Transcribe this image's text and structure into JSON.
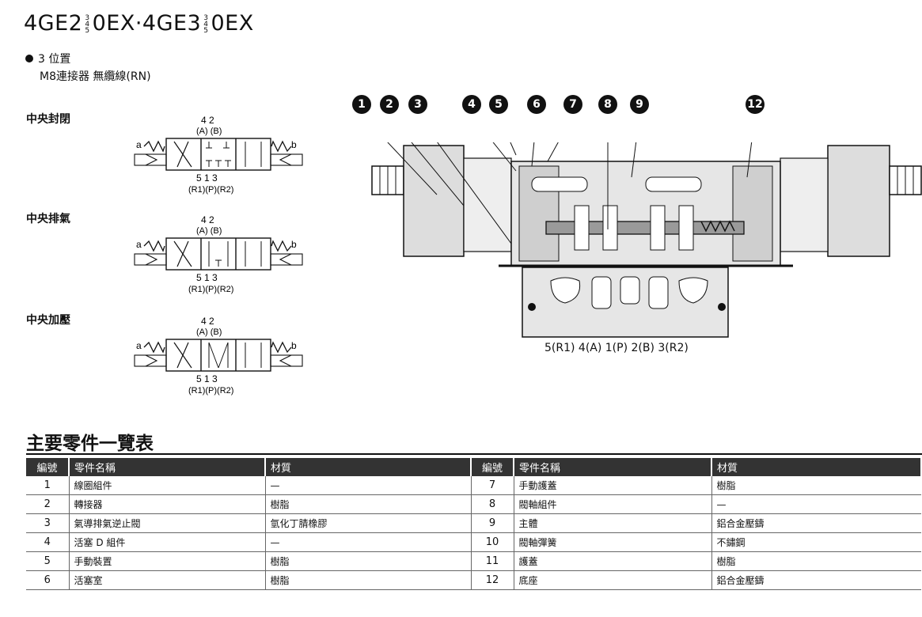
{
  "title": {
    "prefix": "4GE2",
    "suffix1": "0EX·4GE3",
    "suffix2": "0EX",
    "frac_top": "3",
    "frac_mid": "4",
    "frac_bot": "5"
  },
  "bullet": "3 位置",
  "subtitle": "M8連接器 無纜線(RN)",
  "circuits": [
    {
      "label": "中央封閉"
    },
    {
      "label": "中央排氣"
    },
    {
      "label": "中央加壓"
    }
  ],
  "symbol_text": {
    "top_nums": "4 2",
    "top_ports": "(A) (B)",
    "bot_nums": "5 1 3",
    "bot_ports": "(R1)(P)(R2)",
    "left": "a",
    "right": "b"
  },
  "callouts": [
    "1",
    "2",
    "3",
    "4",
    "5",
    "6",
    "7",
    "8",
    "9",
    "12"
  ],
  "port_labels": "5(R1) 4(A) 1(P) 2(B) 3(R2)",
  "section_title": "主要零件一覽表",
  "table": {
    "headers": [
      "編號",
      "零件名稱",
      "材質",
      "編號",
      "零件名稱",
      "材質"
    ],
    "rows": [
      [
        "1",
        "線圈組件",
        "—",
        "7",
        "手動護蓋",
        "樹脂"
      ],
      [
        "2",
        "轉接器",
        "樹脂",
        "8",
        "閥軸組件",
        "—"
      ],
      [
        "3",
        "氣導排氣逆止閥",
        "氫化丁腈橡膠",
        "9",
        "主體",
        "鋁合金壓鑄"
      ],
      [
        "4",
        "活塞 D 組件",
        "—",
        "10",
        "閥軸彈簧",
        "不鏽鋼"
      ],
      [
        "5",
        "手動裝置",
        "樹脂",
        "11",
        "護蓋",
        "樹脂"
      ],
      [
        "6",
        "活塞室",
        "樹脂",
        "12",
        "底座",
        "鋁合金壓鑄"
      ]
    ]
  }
}
